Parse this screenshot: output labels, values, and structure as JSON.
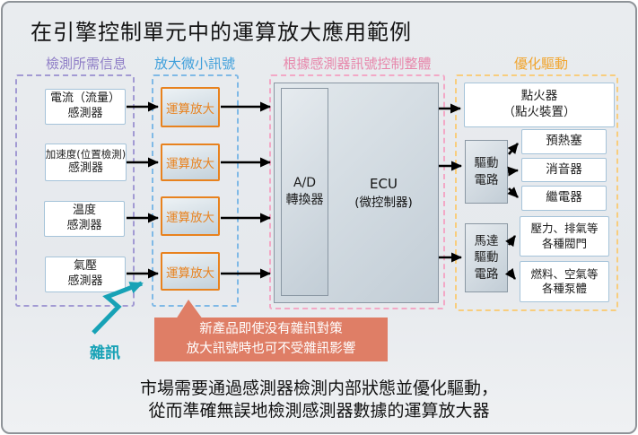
{
  "title": "在引擎控制單元中的運算放大應用範例",
  "sections": {
    "detect": {
      "label": "檢測所需信息",
      "color": "#8E7DC6"
    },
    "amplify": {
      "label": "放大微小訊號",
      "color": "#3E9FDB"
    },
    "control": {
      "label": "根據感測器訊號控制整體",
      "color": "#E787AB"
    },
    "drive": {
      "label": "優化驅動",
      "color": "#F1A52F"
    }
  },
  "sensors": [
    {
      "lines": [
        "電流（流量）",
        "感測器"
      ]
    },
    {
      "lines": [
        "加速度(位置檢測)",
        "感測器"
      ]
    },
    {
      "lines": [
        "温度",
        "感測器"
      ]
    },
    {
      "lines": [
        "氣壓",
        "感測器"
      ]
    }
  ],
  "opamps": [
    {
      "label": "運算放大"
    },
    {
      "label": "運算放大"
    },
    {
      "label": "運算放大"
    },
    {
      "label": "運算放大"
    }
  ],
  "ecu": {
    "adc_lines": [
      "A/D",
      "轉換器"
    ],
    "ecu_lines": [
      "ECU",
      "(微控制器)"
    ]
  },
  "outputs": {
    "ignition": {
      "lines": [
        "點火器",
        "（點火裝置）"
      ]
    },
    "drive_circuit": {
      "lines": [
        "驅動",
        "電路"
      ]
    },
    "drive_targets": [
      "預熱塞",
      "消音器",
      "繼電器"
    ],
    "motor_circuit": {
      "lines": [
        "馬達",
        "驅動",
        "電路"
      ]
    },
    "motor_targets": [
      {
        "lines": [
          "壓力、排氣等",
          "各種閥門"
        ]
      },
      {
        "lines": [
          "燃料、空氣等",
          "各種泵體"
        ]
      }
    ]
  },
  "noise": {
    "label": "雜訊",
    "color": "#17A2B6"
  },
  "callout": {
    "lines": [
      "新產品即使没有雜訊對策",
      "放大訊號時也可不受雜訊影響"
    ],
    "color": "#DF7E66"
  },
  "footer": {
    "lines": [
      "市場需要通過感測器檢測内部狀態並優化驅動，",
      "從而準確無誤地檢測感測器數據的運算放大器"
    ]
  },
  "colors": {
    "background": "#E8EBEE",
    "frame_border": "#8E9398",
    "opamp_accent": "#E8821E",
    "box_border_blue": "#A5C3D9",
    "gradient_box_border": "#8A97A3",
    "arrow": "#000000"
  }
}
